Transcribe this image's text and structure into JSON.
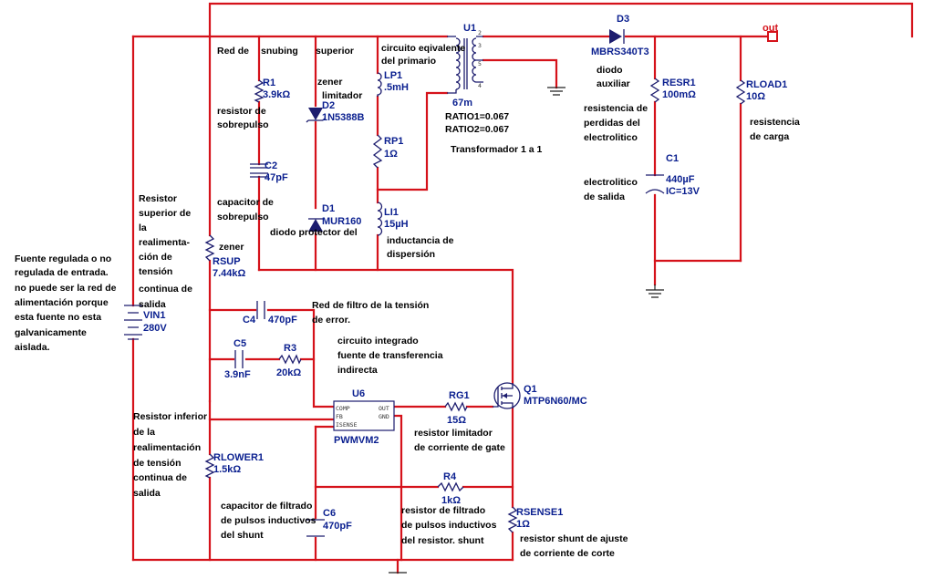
{
  "refs": {
    "u1": "U1",
    "u1_val": "67m",
    "ratio1": "RATIO1=0.067",
    "ratio2": "RATIO2=0.067",
    "d3": "D3",
    "d3_val": "MBRS340T3",
    "out": "out",
    "r1": "R1",
    "r1_val": "3.9kΩ",
    "c2": "C2",
    "c2_val": "47pF",
    "d2": "D2",
    "d2_val": "1N5388B",
    "d1": "D1",
    "d1_val": "MUR160",
    "lp1": "LP1",
    "lp1_val": ".5mH",
    "rp1": "RP1",
    "rp1_val": "1Ω",
    "li1": "LI1",
    "li1_val": "15µH",
    "resr1": "RESR1",
    "resr1_val": "100mΩ",
    "c1": "C1",
    "c1_val": "440µF",
    "c1_ic": "IC=13V",
    "rload1": "RLOAD1",
    "rload1_val": "10Ω",
    "rsup": "RSUP",
    "rsup_val": "7.44kΩ",
    "vin1": "VIN1",
    "vin1_val": "280V",
    "c4": "C4",
    "c4_val": "470pF",
    "c5": "C5",
    "c5_val": "3.9nF",
    "r3": "R3",
    "r3_val": "20kΩ",
    "u6": "U6",
    "u6_val": "PWMVM2",
    "pin_comp": "COMP",
    "pin_fb": "FB",
    "pin_isense": "ISENSE",
    "pin_out": "OUT",
    "pin_gnd": "GND",
    "rg1": "RG1",
    "rg1_val": "15Ω",
    "q1": "Q1",
    "q1_val": "MTP6N60/MC",
    "rlower1": "RLOWER1",
    "rlower1_val": "1.5kΩ",
    "r4": "R4",
    "r4_val": "1kΩ",
    "c6": "C6",
    "c6_val": "470pF",
    "rsense1": "RSENSE1",
    "rsense1_val": "1Ω"
  },
  "notes": {
    "red_snub_a": "Red de",
    "red_snub_b": "snubing",
    "superior": "superior",
    "circ_eq_1": "circuito eqivalente",
    "circ_eq_2": "del primario",
    "zener_lim_1": "zener",
    "zener_lim_2": "limitador",
    "res_sobre_1": "resistor de",
    "res_sobre_2": "sobrepulso",
    "cap_sobre_1": "capacitor de",
    "cap_sobre_2": "sobrepulso",
    "diodo_prot": "diodo protector del",
    "zener2": "zener",
    "inductancia_1": "inductancia de",
    "inductancia_2": "dispersión",
    "transformador": "Transformador 1 a 1",
    "diodo_aux_1": "diodo",
    "diodo_aux_2": "auxiliar",
    "res_perd_1": "resistencia de",
    "res_perd_2": "perdidas del",
    "res_perd_3": "electrolitico",
    "electro_1": "electrolitico",
    "electro_2": "de salida",
    "res_carga_1": "resistencia",
    "res_carga_2": "de carga",
    "rsup_note_1": "Resistor",
    "rsup_note_2": "superior de",
    "rsup_note_3": "la",
    "rsup_note_4": "realimenta-",
    "rsup_note_5": "ción de",
    "rsup_note_6": "tensión",
    "rsup_note_7": "continua de",
    "rsup_note_8": "salida",
    "fuente_1": "Fuente regulada o no",
    "fuente_2": "regulada de entrada.",
    "fuente_3": "no puede ser la red de",
    "fuente_4": "alimentación porque",
    "fuente_5": "esta fuente no esta",
    "fuente_6": "galvanicamente",
    "fuente_7": "aislada.",
    "filtro_err_1": "Red de filtro de la tensión",
    "filtro_err_2": "de error.",
    "ci_1": "circuito integrado",
    "ci_2": "fuente de transferencia",
    "ci_3": "indirecta",
    "rlow_note_1": "Resistor inferior",
    "rlow_note_2": "de la",
    "rlow_note_3": "realimentación",
    "rlow_note_4": "de tensión",
    "rlow_note_5": "continua de",
    "rlow_note_6": "salida",
    "rg_note_1": "resistor limitador",
    "rg_note_2": "de corriente de gate",
    "c6_note_1": "capacitor de filtrado",
    "c6_note_2": "de pulsos inductivos",
    "c6_note_3": "del shunt",
    "r4_note_1": "resistor de filtrado",
    "r4_note_2": "de pulsos inductivos",
    "r4_note_3": "del resistor. shunt",
    "rs_note_1": "resistor shunt  de ajuste",
    "rs_note_2": "de corriente de corte"
  },
  "colors": {
    "wire": "#d5121a",
    "component": "#1c1c6e",
    "refdes": "#0a1f8f",
    "note": "#000000"
  }
}
